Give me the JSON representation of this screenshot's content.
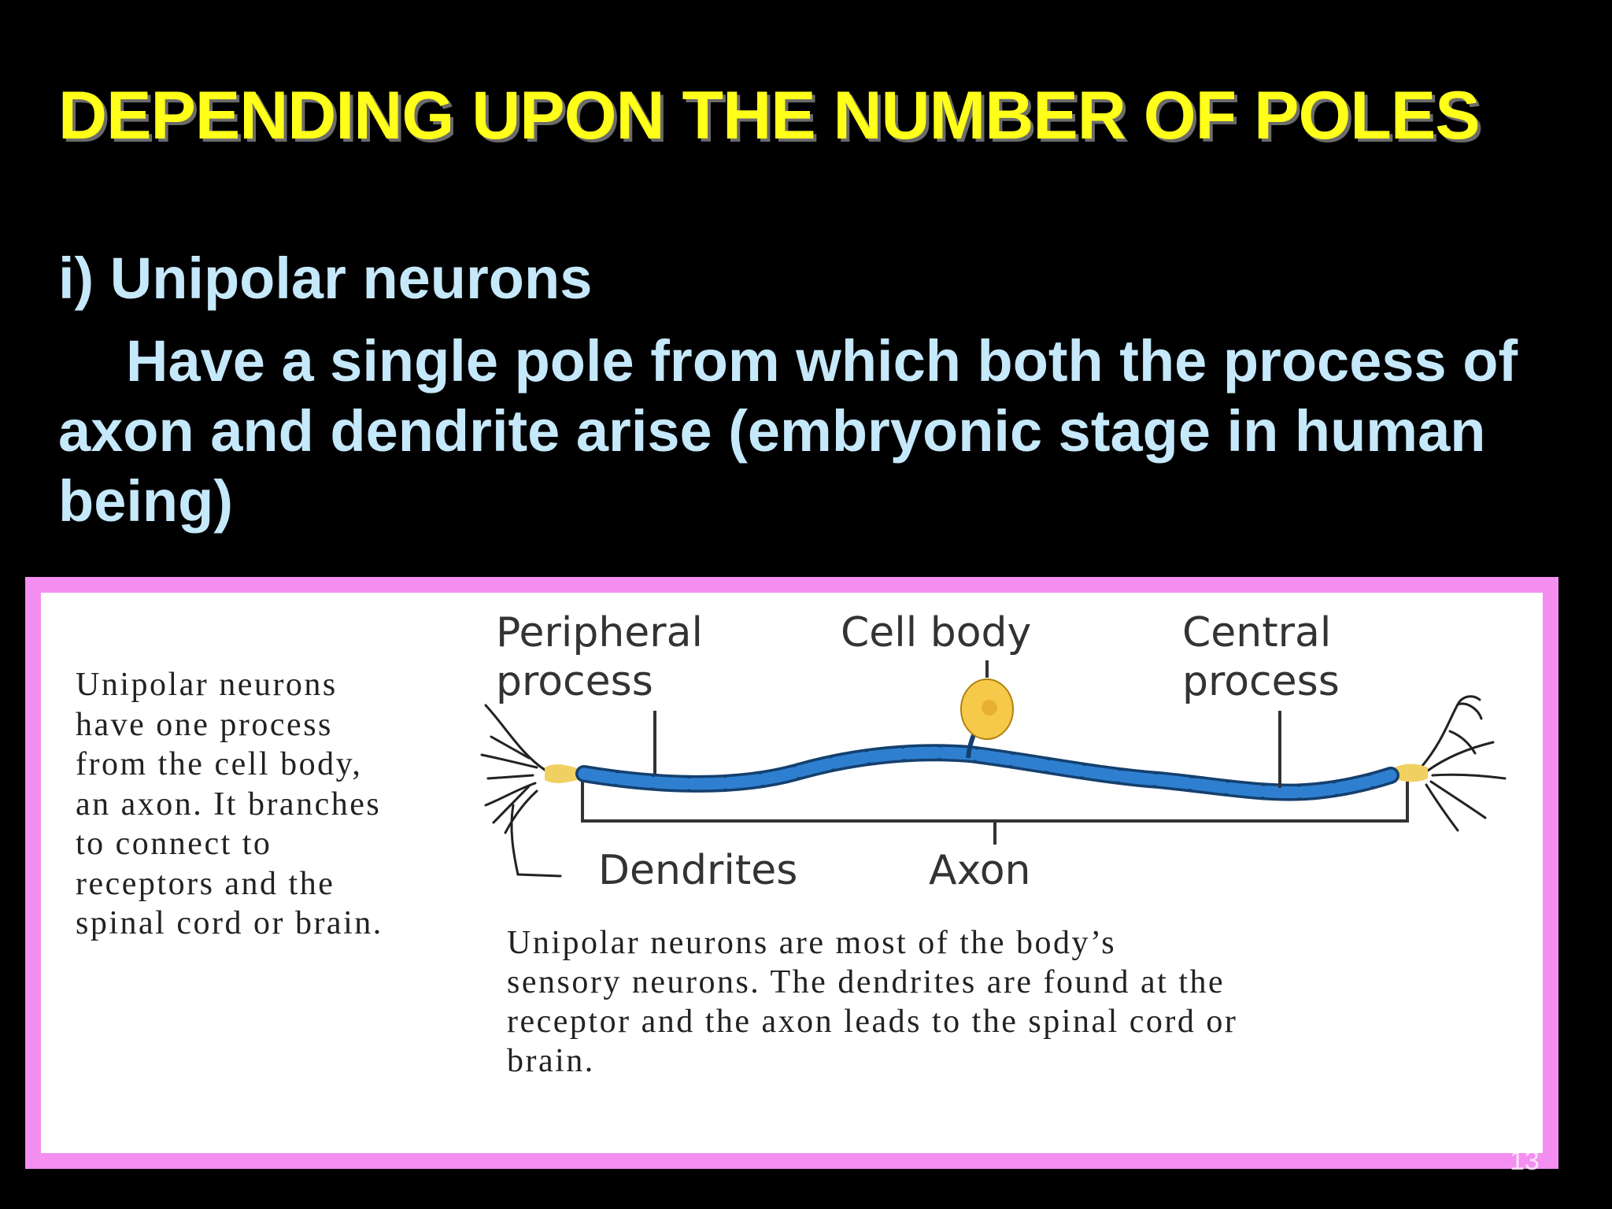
{
  "slide": {
    "title": "DEPENDING UPON THE NUMBER OF POLES",
    "subtitle": "i) Unipolar neurons",
    "body": "Have a single pole from which both the process of axon and dendrite arise (embryonic stage in human being)",
    "slide_number": "13"
  },
  "figure": {
    "side_caption": "Unipolar neurons\nhave one process\nfrom the cell body,\nan axon.  It branches\nto connect to\nreceptors and the\nspinal cord or brain.",
    "labels": {
      "peripheral": "Peripheral\nprocess",
      "cell_body": "Cell body",
      "central": "Central\nprocess",
      "dendrites": "Dendrites",
      "axon": "Axon"
    },
    "bottom_caption": "Unipolar neurons are most of the body’s\nsensory neurons.  The dendrites are found at the\nreceptor and the axon leads to the spinal cord or\nbrain.",
    "colors": {
      "axon": "#2f7fd1",
      "axon_outline": "#14406e",
      "cell_body": "#f6c94a",
      "terminal": "#f0d060",
      "frame": "#f48ef0"
    }
  }
}
